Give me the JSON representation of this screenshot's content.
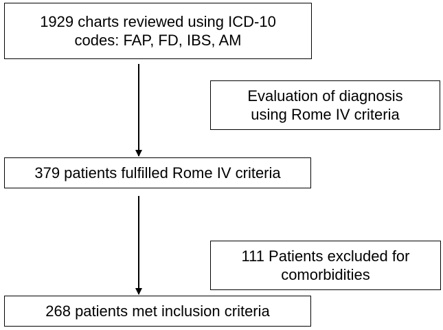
{
  "diagram": {
    "nodes": [
      {
        "id": "charts-reviewed",
        "lines": [
          "1929 charts reviewed using ICD-10",
          "codes: FAP, FD, IBS, AM"
        ]
      },
      {
        "id": "evaluation-step",
        "lines": [
          "Evaluation of diagnosis",
          "using Rome IV criteria"
        ]
      },
      {
        "id": "rome-fulfilled",
        "lines": [
          "379 patients fulfilled Rome IV criteria"
        ]
      },
      {
        "id": "excluded-step",
        "lines": [
          "111 Patients excluded for",
          "comorbidities"
        ]
      },
      {
        "id": "final-inclusion",
        "lines": [
          "268 patients met inclusion criteria"
        ]
      }
    ],
    "edges": [
      {
        "from": "charts-reviewed",
        "to": "rome-fulfilled",
        "annotation": "evaluation-step"
      },
      {
        "from": "rome-fulfilled",
        "to": "final-inclusion",
        "annotation": "excluded-step"
      }
    ],
    "colors": {
      "stroke": "#000000",
      "background": "#ffffff",
      "text": "#000000"
    }
  }
}
